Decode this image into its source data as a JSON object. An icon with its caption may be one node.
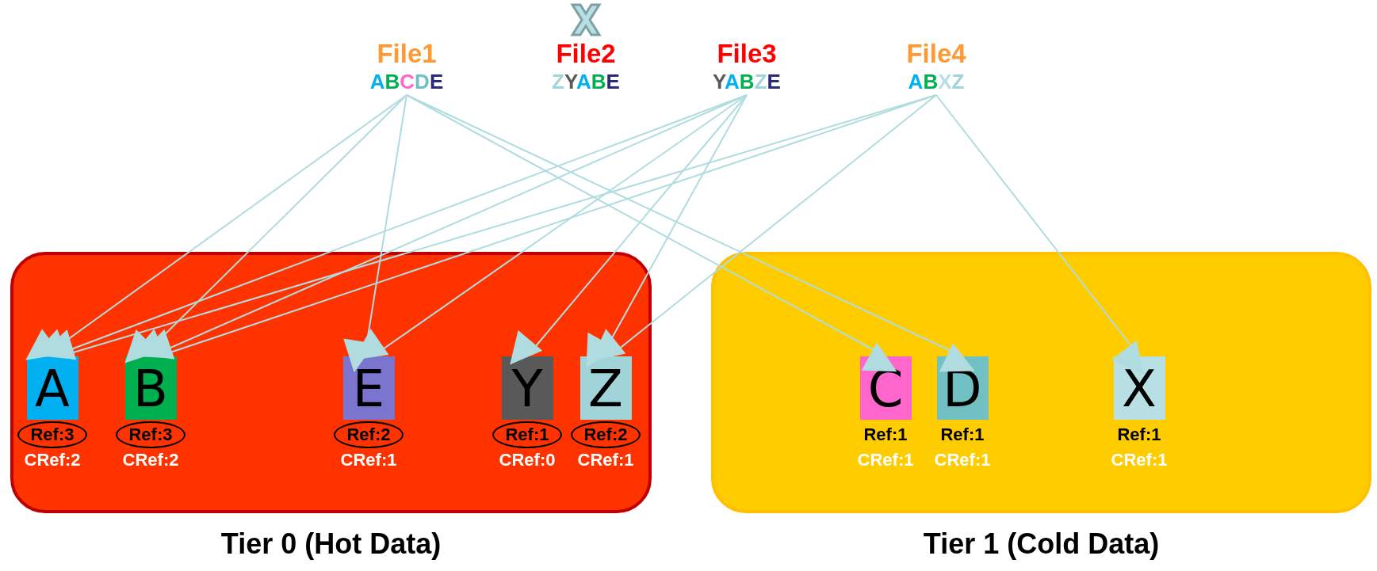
{
  "diagram": {
    "nodes": [
      {
        "text": [
          "Tier 0 (Hot Data)"
        ]
      },
      {
        "text": [
          "Tier 1 (Cold Data)"
        ]
      },
      {
        "text": [
          "File1",
          "ABCDE"
        ]
      },
      {
        "text": [
          "File2",
          "ZYABE"
        ]
      },
      {
        "text": [
          "File3",
          "YABZE"
        ]
      },
      {
        "text": [
          "File4",
          "ABXZ"
        ]
      },
      {
        "text": [
          "A",
          "Ref:3",
          "CRef:2"
        ],
        "in": 0
      },
      {
        "text": [
          "B",
          "Ref:3",
          "CRef:2"
        ],
        "in": 0
      },
      {
        "text": [
          "E",
          "Ref:2",
          "CRef:1"
        ],
        "in": 0
      },
      {
        "text": [
          "Y",
          "Ref:1",
          "CRef:0"
        ],
        "in": 0
      },
      {
        "text": [
          "Z",
          "Ref:2",
          "CRef:1"
        ],
        "in": 0
      },
      {
        "text": [
          "C",
          "Ref:1",
          "CRef:1"
        ],
        "in": 1
      },
      {
        "text": [
          "D",
          "Ref:1",
          "CRef:1"
        ],
        "in": 1
      },
      {
        "text": [
          "X",
          "Ref:1",
          "CRef:1"
        ],
        "in": 1
      }
    ],
    "edges": [
      {
        "from": 2,
        "to": 6,
        "arrow": "to"
      },
      {
        "from": 2,
        "to": 7,
        "arrow": "to"
      },
      {
        "from": 2,
        "to": 8,
        "arrow": "to"
      },
      {
        "from": 2,
        "to": 11,
        "arrow": "to"
      },
      {
        "from": 2,
        "to": 12,
        "arrow": "to"
      },
      {
        "from": 4,
        "to": 6,
        "arrow": "to"
      },
      {
        "from": 4,
        "to": 7,
        "arrow": "to"
      },
      {
        "from": 4,
        "to": 8,
        "arrow": "to"
      },
      {
        "from": 4,
        "to": 9,
        "arrow": "to"
      },
      {
        "from": 4,
        "to": 10,
        "arrow": "to"
      },
      {
        "from": 5,
        "to": 6,
        "arrow": "to"
      },
      {
        "from": 5,
        "to": 7,
        "arrow": "to"
      },
      {
        "from": 5,
        "to": 10,
        "arrow": "to"
      },
      {
        "from": 5,
        "to": 13,
        "arrow": "to"
      }
    ]
  }
}
